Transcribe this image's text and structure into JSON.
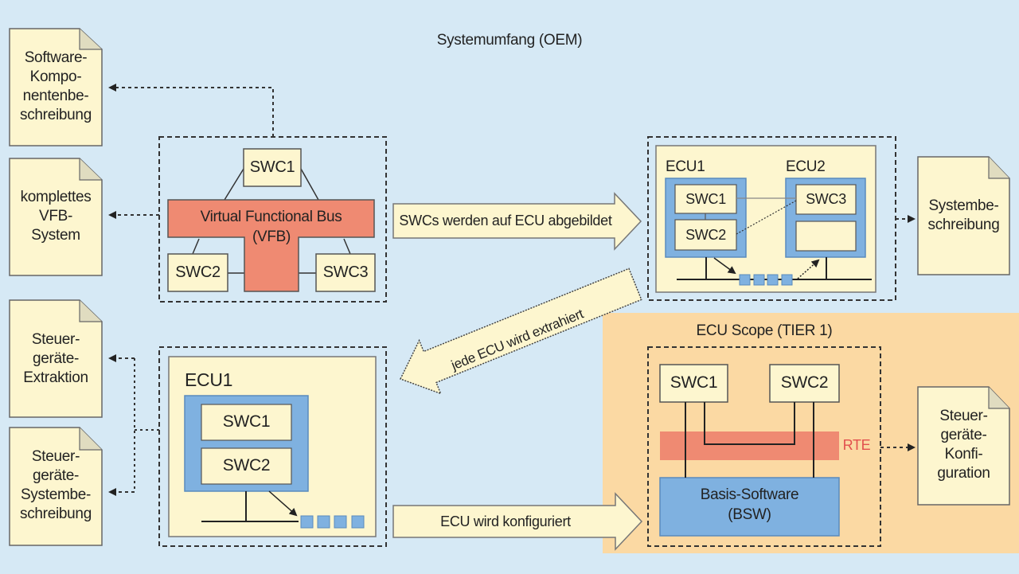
{
  "titles": {
    "system_scope": "Systemumfang (OEM)",
    "ecu_scope": "ECU Scope (TIER 1)"
  },
  "documents": {
    "swc_description": "Software-\nKompo-\nnentenbe-\nschreibung",
    "vfb_system": "komplettes\nVFB-\nSystem",
    "ecu_extraction": "Steuer-\ngeräte-\nExtraktion",
    "ecu_system_description": "Steuer-\ngeräte-\nSystembe-\nschreibung",
    "system_description": "Systembe-\nschreibung",
    "ecu_configuration": "Steuer-\ngeräte-\nKonfi-\nguration"
  },
  "vfb": {
    "bus_label_line1": "Virtual Functional Bus",
    "bus_label_line2": "(VFB)",
    "swc1": "SWC1",
    "swc2": "SWC2",
    "swc3": "SWC3"
  },
  "arrows": {
    "map_to_ecu": "SWCs werden auf ECU abgebildet",
    "extract_ecu": "jede ECU wird extrahiert",
    "configure_ecu": "ECU wird konfiguriert"
  },
  "system_ecus": {
    "ecu1_label": "ECU1",
    "ecu2_label": "ECU2",
    "swc1": "SWC1",
    "swc2": "SWC2",
    "swc3": "SWC3"
  },
  "extracted_ecu": {
    "label": "ECU1",
    "swc1": "SWC1",
    "swc2": "SWC2"
  },
  "ecu_config": {
    "swc1": "SWC1",
    "swc2": "SWC2",
    "rte": "RTE",
    "bsw_line1": "Basis-Software",
    "bsw_line2": "(BSW)"
  },
  "colors": {
    "background": "#d6e9f5",
    "tier1_area": "#fbd9a3",
    "paper": "#fdf6cf",
    "bus_red": "#ef8a72",
    "ecu_blue": "#7fb1e0",
    "bsw_blue": "#7fb1e0",
    "rte_text": "#e2504e"
  }
}
